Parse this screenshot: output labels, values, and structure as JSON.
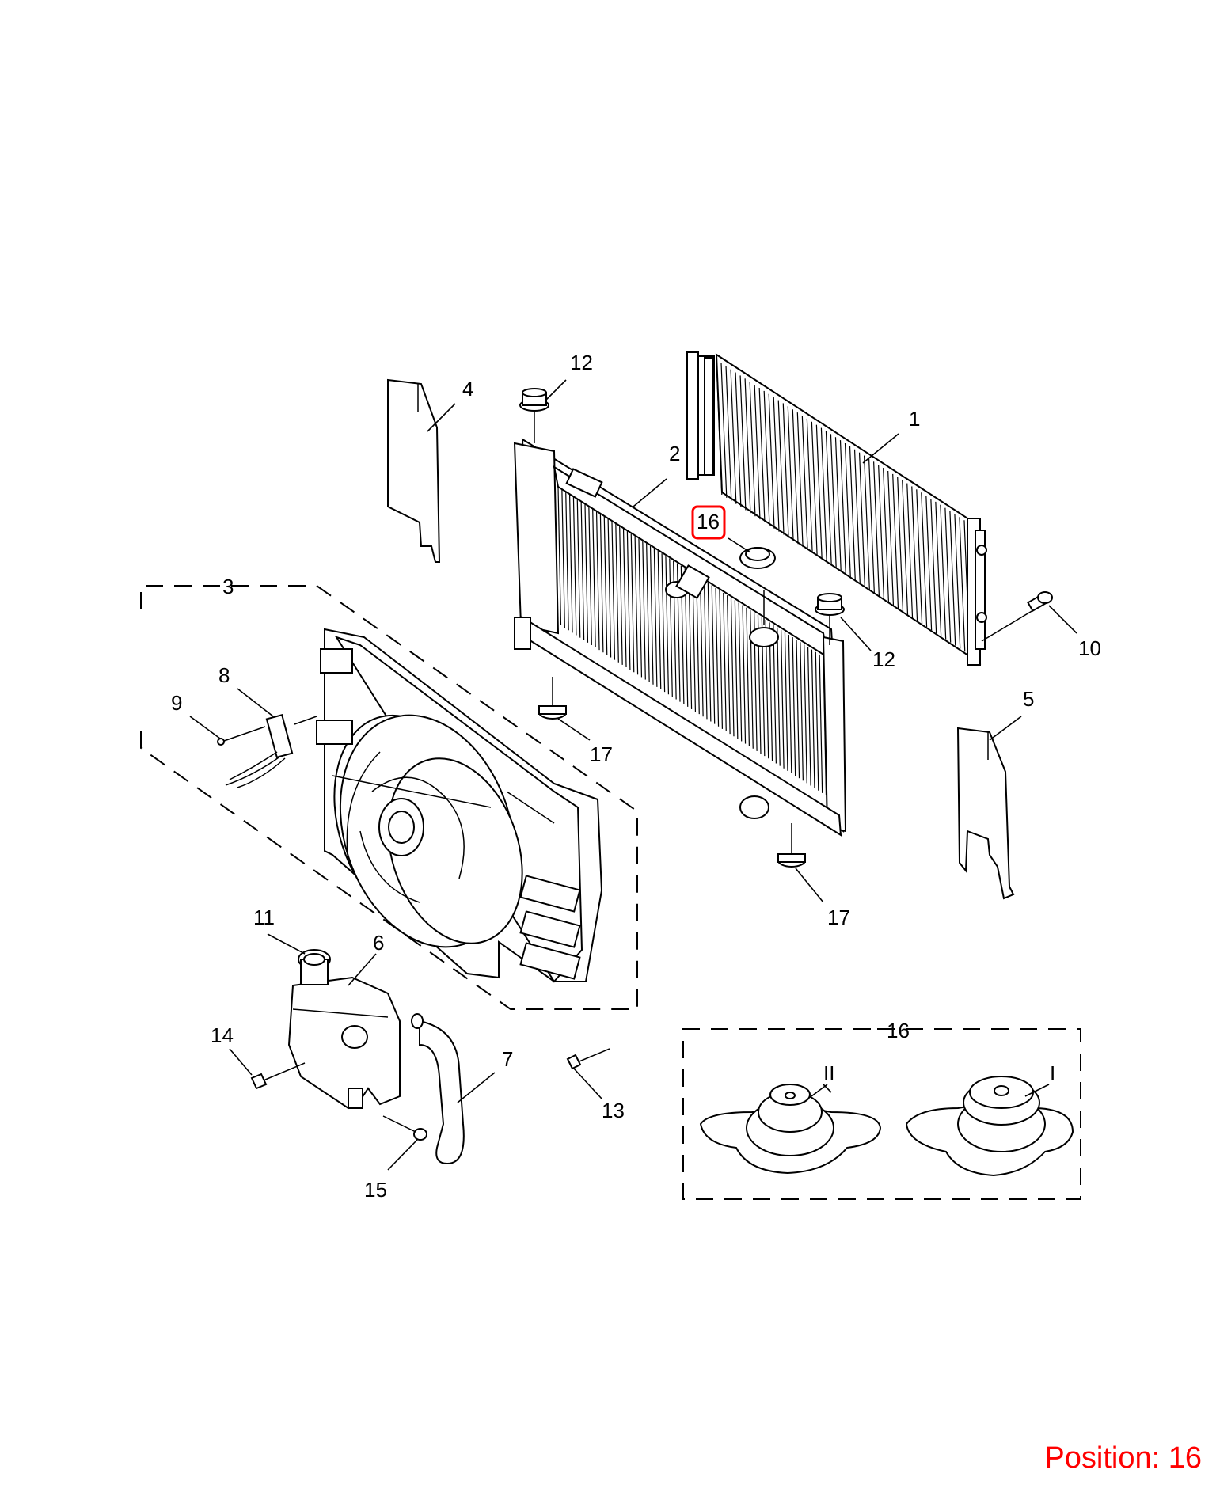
{
  "callouts": {
    "c1": "1",
    "c2": "2",
    "c3": "3",
    "c4": "4",
    "c5": "5",
    "c6": "6",
    "c7": "7",
    "c8": "8",
    "c9": "9",
    "c10": "10",
    "c11": "11",
    "c12a": "12",
    "c12b": "12",
    "c13": "13",
    "c14": "14",
    "c15": "15",
    "c16": "16",
    "c16box": "16",
    "c17a": "17",
    "c17b": "17",
    "cII": "II",
    "cI": "I"
  },
  "highlight_color": "#ff0000",
  "position_label": "Position: 16"
}
